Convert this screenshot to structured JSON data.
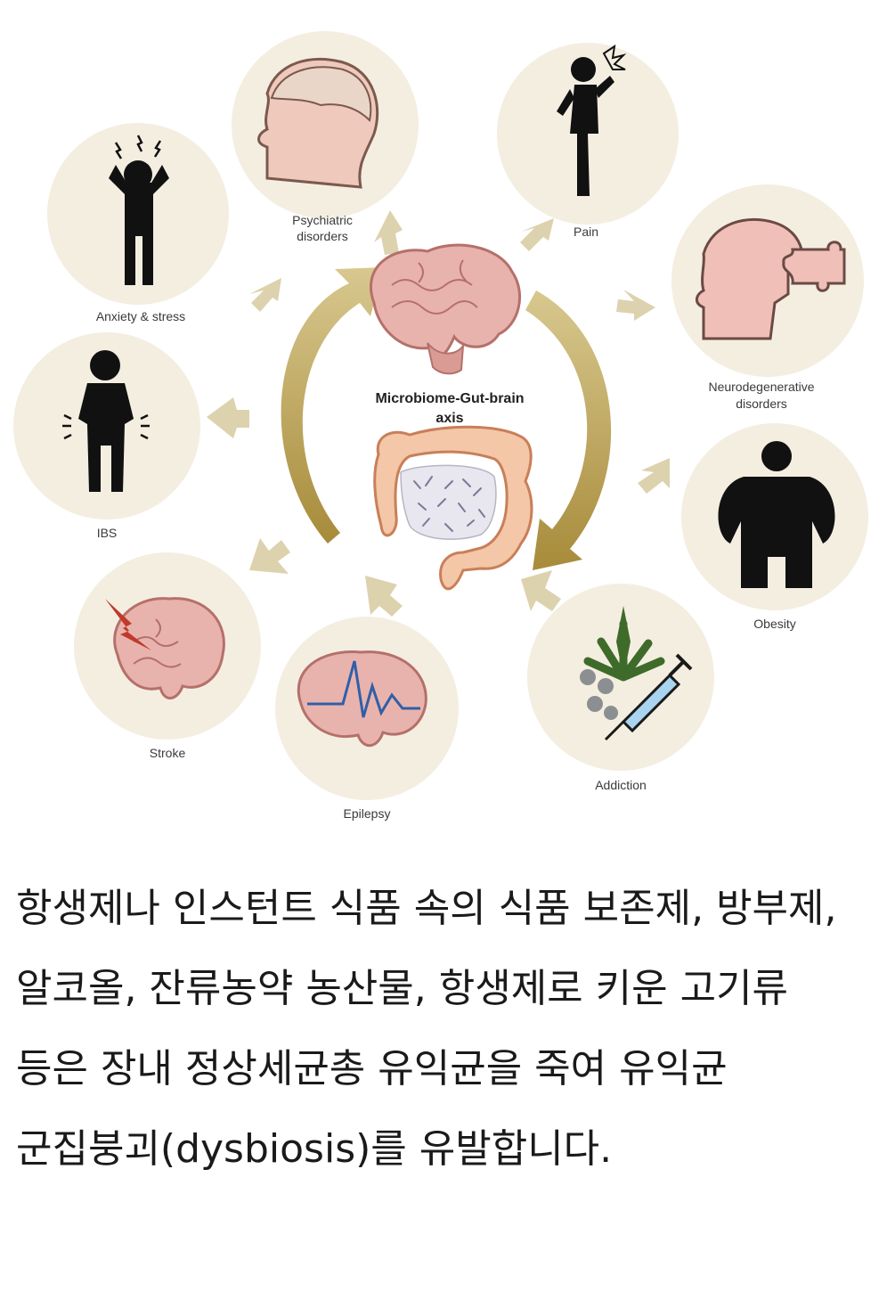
{
  "diagram": {
    "center_title_line1": "Microbiome-Gut-brain",
    "center_title_line2": "axis",
    "nodes": {
      "psychiatric_line1": "Psychiatric",
      "psychiatric_line2": "disorders",
      "pain": "Pain",
      "anxiety": "Anxiety & stress",
      "neuro_line1": "Neurodegenerative",
      "neuro_line2": "disorders",
      "ibs": "IBS",
      "obesity": "Obesity",
      "stroke": "Stroke",
      "addiction": "Addiction",
      "epilepsy": "Epilepsy"
    },
    "colors": {
      "circle_fill": "#f4eee1",
      "arrow_gold": "#b59a48",
      "arrow_light": "#ddd2ae",
      "brain_pink": "#e9b3ad",
      "brain_outline": "#b5706a",
      "icon_black": "#111111",
      "epilepsy_wave": "#2f5fa8",
      "stroke_bolt": "#c0392b",
      "leaf_green": "#3f6b2a"
    }
  },
  "article": {
    "text": "항생제나 인스턴트 식품 속의 식품 보존제, 방부제, 알코올, 잔류농약 농산물, 항생제로 키운 고기류 등은 장내 정상세균총 유익균을 죽여 유익균 군집붕괴(dysbiosis)를 유발합니다."
  }
}
